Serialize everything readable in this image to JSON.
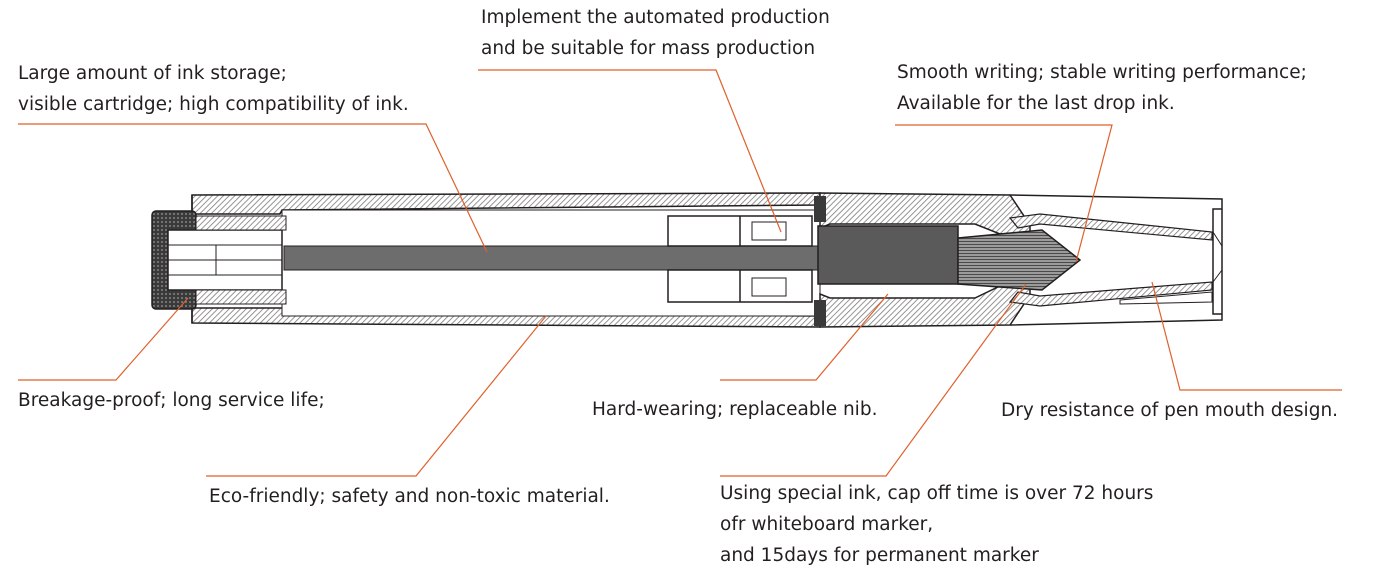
{
  "colors": {
    "leader": "#e0602a",
    "outline": "#231f20",
    "hatch": "#8a8a8a",
    "ink_rod": "#6d6d6d",
    "nib": "#5a5a5a",
    "fiber": "#4a4a4a"
  },
  "labels": {
    "ink_storage": [
      "Large amount of ink storage;",
      "visible cartridge; high compatibility of ink."
    ],
    "automated": [
      "Implement the automated production",
      "and be suitable for mass production"
    ],
    "smooth": [
      "Smooth writing; stable writing performance;",
      "Available for the last drop ink."
    ],
    "breakage": [
      "Breakage-proof; long service life;"
    ],
    "nib": [
      "Hard-wearing; replaceable nib."
    ],
    "dry": [
      "Dry resistance of pen mouth design."
    ],
    "eco": [
      "Eco-friendly; safety and non-toxic material."
    ],
    "special_ink": [
      "Using special ink, cap off time is over 72 hours",
      "ofr whiteboard marker,",
      "and 15days for permanent marker"
    ]
  }
}
